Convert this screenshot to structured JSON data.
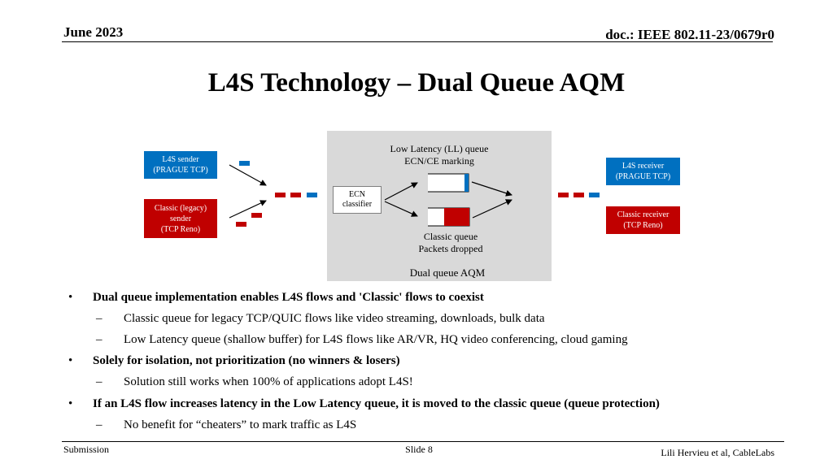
{
  "header": {
    "date": "June 2023",
    "doc_id": "doc.: IEEE 802.11-23/0679r0"
  },
  "title": "L4S Technology – Dual Queue AQM",
  "diagram": {
    "l4s_sender": [
      "L4S sender",
      "(PRAGUE TCP)"
    ],
    "classic_sender": [
      "Classic (legacy)",
      "sender",
      "(TCP Reno)"
    ],
    "l4s_receiver": [
      "L4S receiver",
      "(PRAGUE TCP)"
    ],
    "classic_receiver": [
      "Classic receiver",
      "(TCP Reno)"
    ],
    "ecn_classifier": [
      "ECN",
      "classifier"
    ],
    "ll_queue": [
      "Low Latency (LL) queue",
      "ECN/CE marking"
    ],
    "classic_queue": [
      "Classic queue",
      "Packets dropped"
    ],
    "aqm_label": "Dual queue AQM",
    "colors": {
      "l4s": "#0070c0",
      "classic": "#c00000",
      "aqm_background": "#d9d9d9"
    }
  },
  "bullets": [
    {
      "text": "Dual queue implementation enables L4S flows and 'Classic' flows to coexist",
      "sub": [
        "Classic queue for legacy TCP/QUIC flows like video streaming, downloads, bulk data",
        "Low Latency queue (shallow buffer) for L4S flows like AR/VR, HQ video conferencing, cloud gaming"
      ]
    },
    {
      "text": "Solely for isolation, not prioritization (no winners & losers)",
      "sub": [
        "Solution still works when 100% of applications adopt L4S!"
      ]
    },
    {
      "text": "If an L4S flow increases latency in the Low Latency queue, it is moved to the classic queue (queue protection)",
      "sub": [
        "No benefit for “cheaters” to mark traffic as L4S"
      ]
    }
  ],
  "footer": {
    "left": "Submission",
    "slide": "Slide 8",
    "right": "Lili Hervieu et al, CableLabs"
  }
}
